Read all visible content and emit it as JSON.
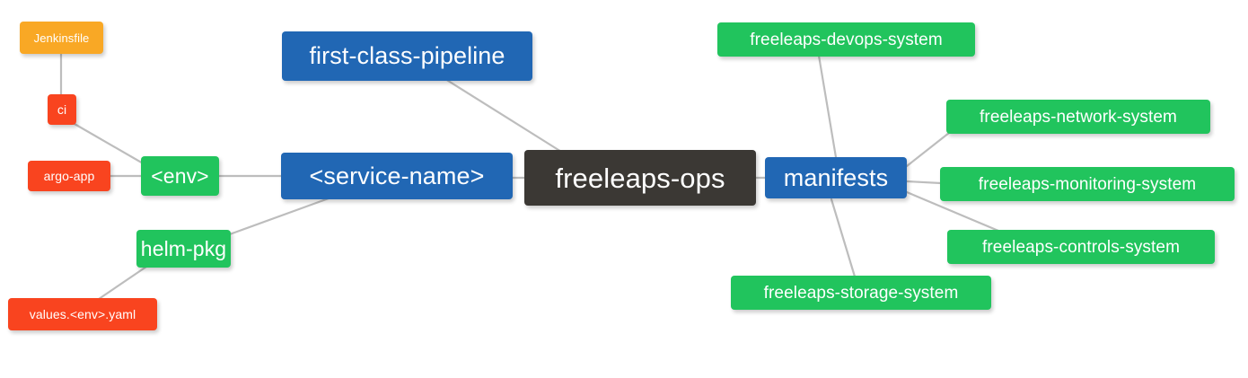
{
  "diagram": {
    "type": "mindmap",
    "title": "freeleaps-ops",
    "background": "#ffffff",
    "edge_color": "#bdbdbd",
    "palette": {
      "root": "#3b3834",
      "blue": "#2167b4",
      "green": "#21c45d",
      "orange": "#f9a825",
      "red": "#f9441f",
      "text": "#ffffff"
    }
  },
  "nodes": {
    "root": {
      "label": "freeleaps-ops",
      "color": "#3b3834"
    },
    "service_name": {
      "label": "<service-name>",
      "color": "#2167b4"
    },
    "first_class_pipeline": {
      "label": "first-class-pipeline",
      "color": "#2167b4"
    },
    "manifests": {
      "label": "manifests",
      "color": "#2167b4"
    },
    "env": {
      "label": "<env>",
      "color": "#21c45d"
    },
    "helm_pkg": {
      "label": "helm-pkg",
      "color": "#21c45d"
    },
    "jenkinsfile": {
      "label": "Jenkinsfile",
      "color": "#f9a825"
    },
    "ci": {
      "label": "ci",
      "color": "#f9441f"
    },
    "argo_app": {
      "label": "argo-app",
      "color": "#f9441f"
    },
    "values_yaml": {
      "label": "values.<env>.yaml",
      "color": "#f9441f"
    },
    "devops_system": {
      "label": "freeleaps-devops-system",
      "color": "#21c45d"
    },
    "network_system": {
      "label": "freeleaps-network-system",
      "color": "#21c45d"
    },
    "monitoring_system": {
      "label": "freeleaps-monitoring-system",
      "color": "#21c45d"
    },
    "controls_system": {
      "label": "freeleaps-controls-system",
      "color": "#21c45d"
    },
    "storage_system": {
      "label": "freeleaps-storage-system",
      "color": "#21c45d"
    }
  },
  "edges": [
    {
      "from": "root",
      "to": "service_name"
    },
    {
      "from": "root",
      "to": "first_class_pipeline"
    },
    {
      "from": "root",
      "to": "manifests"
    },
    {
      "from": "service_name",
      "to": "env"
    },
    {
      "from": "service_name",
      "to": "helm_pkg"
    },
    {
      "from": "env",
      "to": "ci"
    },
    {
      "from": "env",
      "to": "argo_app"
    },
    {
      "from": "ci",
      "to": "jenkinsfile"
    },
    {
      "from": "helm_pkg",
      "to": "values_yaml"
    },
    {
      "from": "manifests",
      "to": "devops_system"
    },
    {
      "from": "manifests",
      "to": "network_system"
    },
    {
      "from": "manifests",
      "to": "monitoring_system"
    },
    {
      "from": "manifests",
      "to": "controls_system"
    },
    {
      "from": "manifests",
      "to": "storage_system"
    }
  ]
}
